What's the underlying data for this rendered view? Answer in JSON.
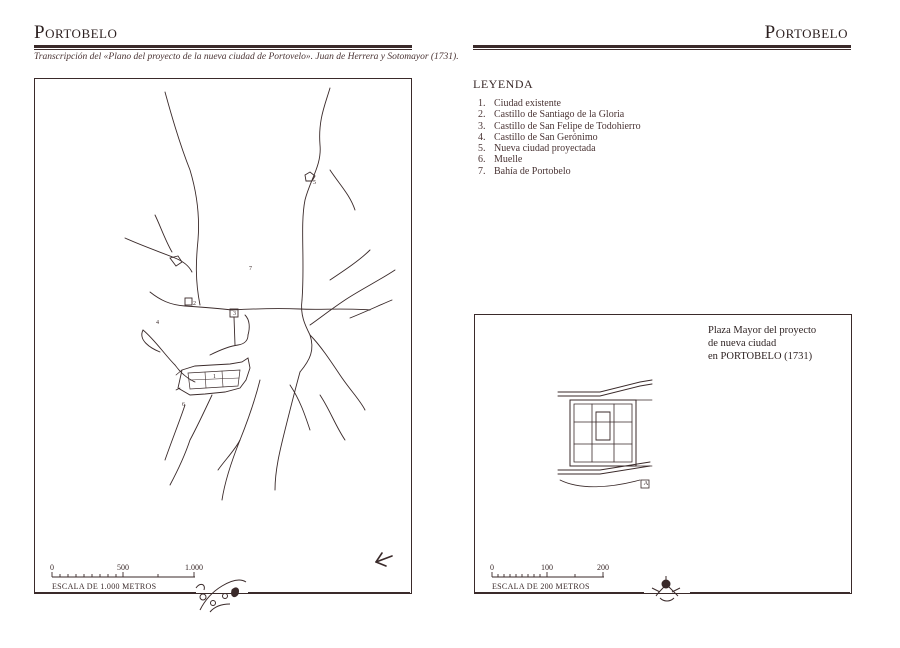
{
  "left_page": {
    "title": "Portobelo",
    "caption": "Transcripción del «Plano del proyecto de la nueva ciudad de Portovelo». Juan de Herrera y Sotomayor (1731).",
    "map_labels": [
      "1",
      "2",
      "3",
      "4",
      "5",
      "6",
      "7"
    ],
    "scale": {
      "ticks": [
        "0",
        "500",
        "1.000"
      ],
      "title": "ESCALA DE 1.000 METROS"
    }
  },
  "right_page": {
    "title": "Portobelo",
    "legend": {
      "heading": "LEYENDA",
      "items": [
        {
          "num": "1.",
          "text": "Ciudad existente"
        },
        {
          "num": "2.",
          "text": "Castillo de Santiago de la Gloria"
        },
        {
          "num": "3.",
          "text": "Castillo de San Felipe de Todohierro"
        },
        {
          "num": "4.",
          "text": "Castillo de San Gerónimo"
        },
        {
          "num": "5.",
          "text": "Nueva ciudad proyectada"
        },
        {
          "num": "6.",
          "text": "Muelle"
        },
        {
          "num": "7.",
          "text": "Bahía de Portobelo"
        }
      ]
    },
    "inset": {
      "line1": "Plaza Mayor del proyecto",
      "line2": "de nueva ciudad",
      "line3": "en PORTOBELO (1731)",
      "marker": "A"
    },
    "scale": {
      "ticks": [
        "0",
        "100",
        "200"
      ],
      "title": "ESCALA DE 200 METROS"
    }
  },
  "colors": {
    "ink": "#3a2a2a",
    "paper": "#ffffff"
  }
}
